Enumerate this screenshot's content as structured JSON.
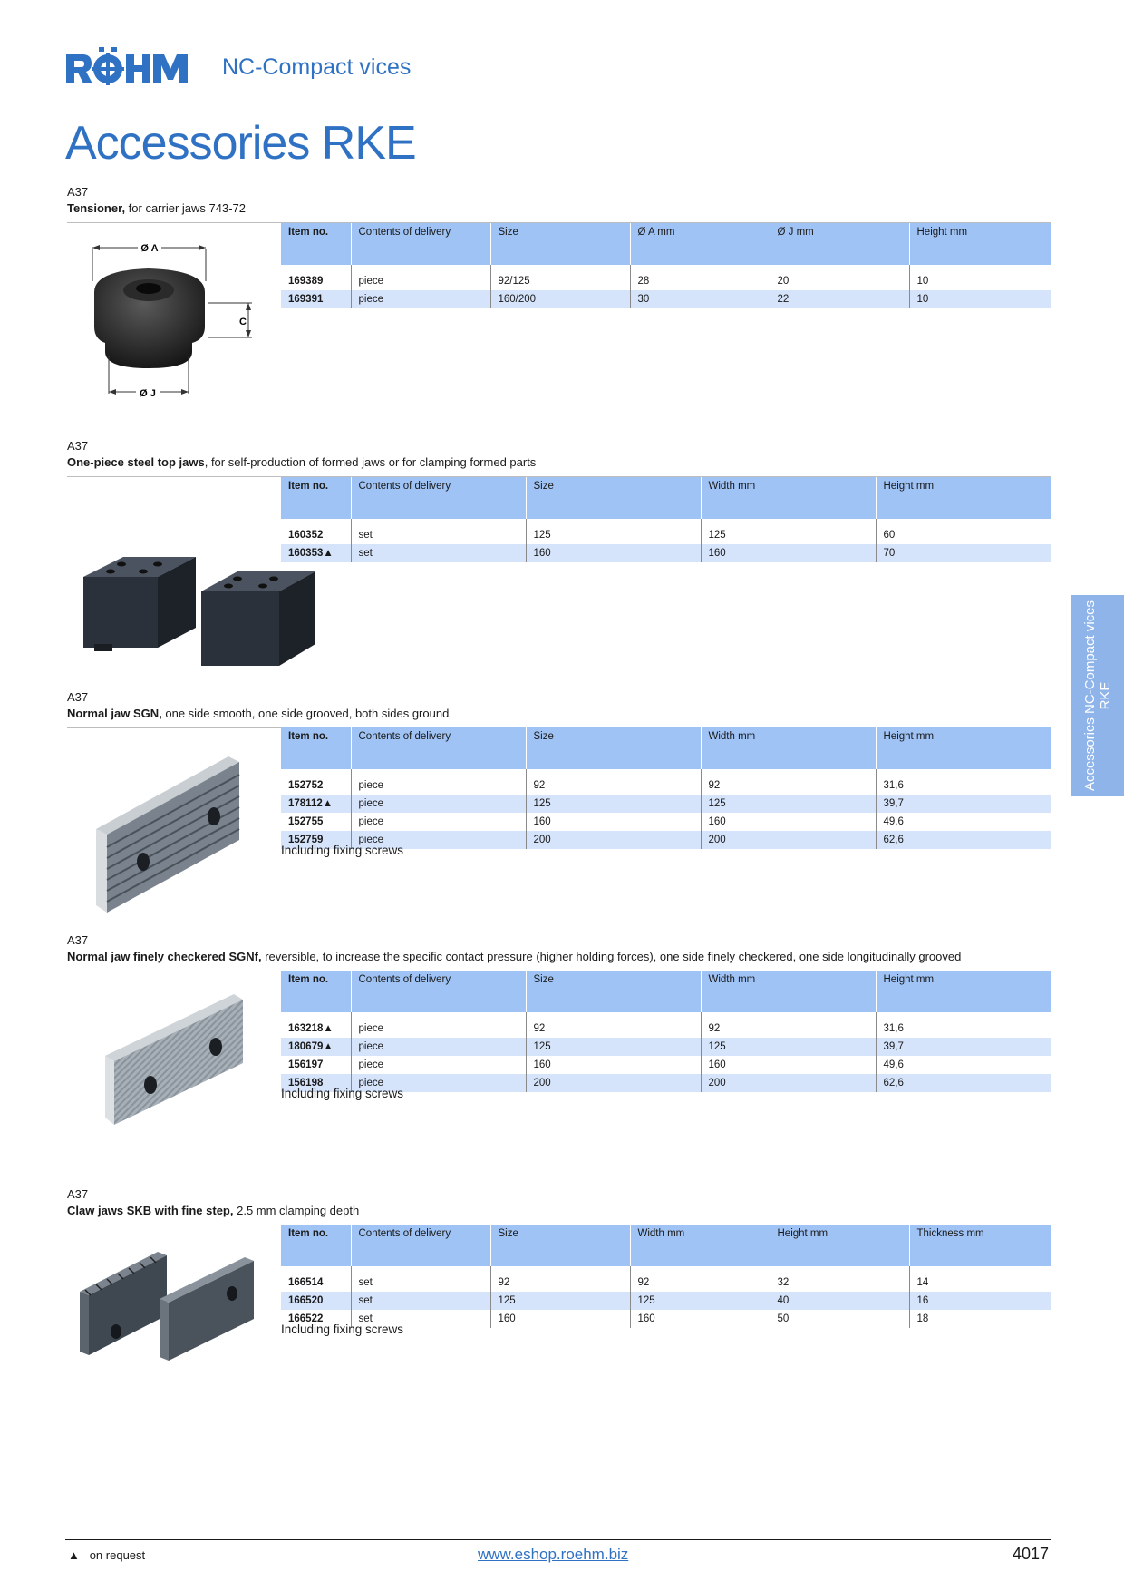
{
  "header": {
    "brand": "RÖHM",
    "subtitle": "NC-Compact vices",
    "title": "Accessories RKE"
  },
  "side_tab": "Accessories NC-Compact vices RKE",
  "colors": {
    "accent": "#2f72c4",
    "table_header": "#9fc3f5",
    "row_alt": "#d5e4fb",
    "tab": "#8fb4ea"
  },
  "sections": [
    {
      "code": "A37",
      "title_bold": "Tensioner,",
      "title_rest": " for carrier jaws 743-72",
      "dimension_labels": {
        "a": "Ø A",
        "c": "C",
        "j": "Ø J"
      },
      "columns": [
        "Item no.",
        "Contents of delivery",
        "Size",
        "Ø A mm",
        "Ø J mm",
        "Height mm"
      ],
      "rows": [
        [
          "169389",
          "piece",
          "92/125",
          "28",
          "20",
          "10"
        ],
        [
          "169391",
          "piece",
          "160/200",
          "30",
          "22",
          "10"
        ]
      ],
      "note": ""
    },
    {
      "code": "A37",
      "title_bold": "One-piece steel top jaws",
      "title_rest": ", for self-production of formed jaws or for clamping formed parts",
      "columns": [
        "Item no.",
        "Contents of delivery",
        "Size",
        "Width mm",
        "Height mm"
      ],
      "rows": [
        [
          "160352",
          "set",
          "125",
          "125",
          "60"
        ],
        [
          "160353▲",
          "set",
          "160",
          "160",
          "70"
        ]
      ],
      "note": ""
    },
    {
      "code": "A37",
      "title_bold": "Normal jaw SGN,",
      "title_rest": " one side smooth, one side grooved, both sides ground",
      "columns": [
        "Item no.",
        "Contents of delivery",
        "Size",
        "Width mm",
        "Height mm"
      ],
      "rows": [
        [
          "152752",
          "piece",
          "92",
          "92",
          "31,6"
        ],
        [
          "178112▲",
          "piece",
          "125",
          "125",
          "39,7"
        ],
        [
          "152755",
          "piece",
          "160",
          "160",
          "49,6"
        ],
        [
          "152759",
          "piece",
          "200",
          "200",
          "62,6"
        ]
      ],
      "note": "Including fixing screws"
    },
    {
      "code": "A37",
      "title_bold": "Normal jaw finely checkered SGNf,",
      "title_rest": " reversible, to increase the specific contact pressure (higher holding forces), one side finely checkered, one side longitudinally grooved",
      "columns": [
        "Item no.",
        "Contents of delivery",
        "Size",
        "Width mm",
        "Height mm"
      ],
      "rows": [
        [
          "163218▲",
          "piece",
          "92",
          "92",
          "31,6"
        ],
        [
          "180679▲",
          "piece",
          "125",
          "125",
          "39,7"
        ],
        [
          "156197",
          "piece",
          "160",
          "160",
          "49,6"
        ],
        [
          "156198",
          "piece",
          "200",
          "200",
          "62,6"
        ]
      ],
      "note": "Including fixing screws"
    },
    {
      "code": "A37",
      "title_bold": "Claw jaws SKB with fine step,",
      "title_rest": " 2.5 mm clamping depth",
      "columns": [
        "Item no.",
        "Contents of delivery",
        "Size",
        "Width mm",
        "Height mm",
        "Thickness mm"
      ],
      "rows": [
        [
          "166514",
          "set",
          "92",
          "92",
          "32",
          "14"
        ],
        [
          "166520",
          "set",
          "125",
          "125",
          "40",
          "16"
        ],
        [
          "166522",
          "set",
          "160",
          "160",
          "50",
          "18"
        ]
      ],
      "note": "Including fixing screws"
    }
  ],
  "footer": {
    "legend": "▲   on request",
    "url": "www.eshop.roehm.biz",
    "page_number": "4017"
  }
}
